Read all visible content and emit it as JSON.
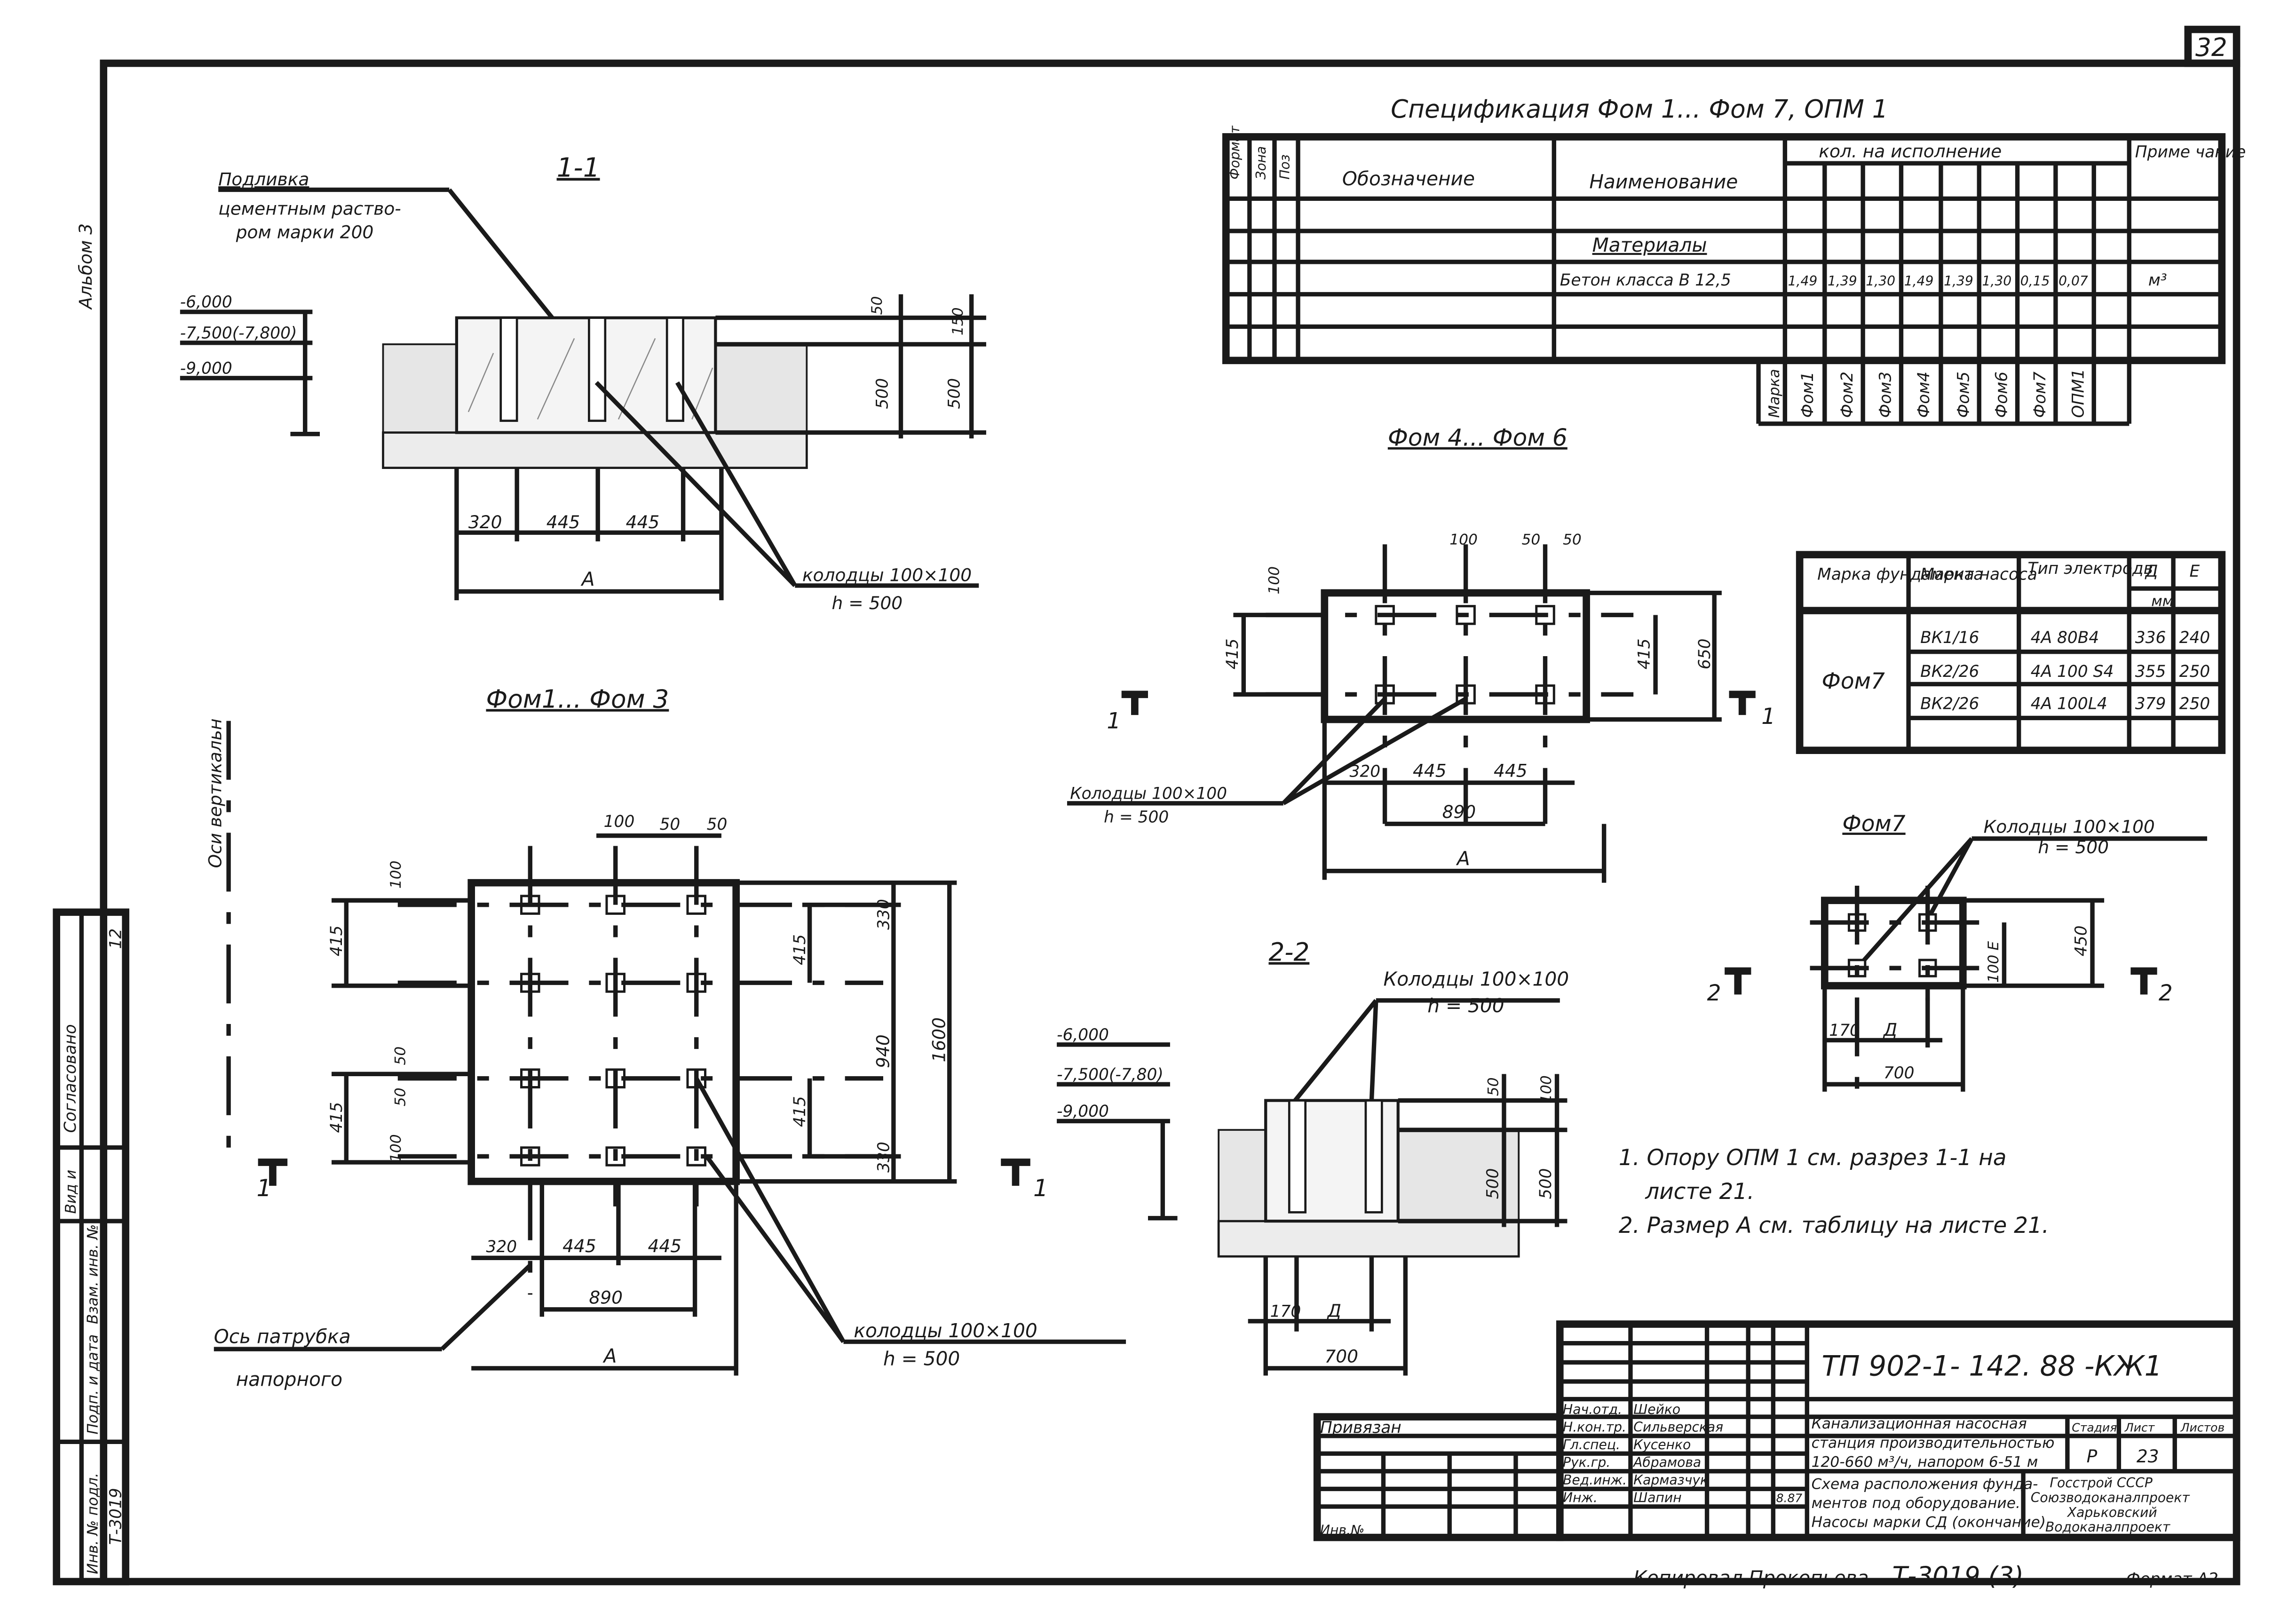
{
  "sheet": {
    "page_number": "32",
    "album_margin_text": "Альбом 3",
    "copied_by": "Копировал Прокопьева",
    "archive_no": "Т-3019 (3)",
    "format_label": "Формат А2"
  },
  "spec": {
    "title": "Спецификация   Фом 1... Фом 7, ОПМ 1",
    "col_format": "Формат",
    "col_zone": "Зона",
    "col_pos": "Поз",
    "col_designation": "Обозначение",
    "col_name": "Наименование",
    "col_qty": "кол. на исполнение",
    "col_note": "Приме чание",
    "section_materials": "Материалы",
    "concrete_label": "Бетон класса В 12,5",
    "concrete_values": [
      "1,49",
      "1,39",
      "1,30",
      "1,49",
      "1,39",
      "1,30",
      "0,15",
      "0,07"
    ],
    "concrete_unit": "м³",
    "mark_header": "Марка",
    "marks": [
      "Фом1",
      "Фом2",
      "Фом3",
      "Фом4",
      "Фом5",
      "Фом6",
      "Фом7",
      "ОПМ1"
    ]
  },
  "sec11": {
    "title": "1-1",
    "grout_1": "Подливка",
    "grout_2": "цементным раство-",
    "grout_3": "ром марки 200",
    "lev1": "-6,000",
    "lev2": "-7,500(-7,800)",
    "lev3": "-9,000",
    "d50": "50",
    "d150": "150",
    "d500a": "500",
    "d500b": "500",
    "d320": "320",
    "d445a": "445",
    "d445b": "445",
    "dA": "А",
    "wells": "колодцы 100×100",
    "wells_h": "h = 500"
  },
  "fom13": {
    "title": "Фом1... Фом 3",
    "axes": "Оси вертикальн",
    "d100": "100",
    "d50a": "50",
    "d50b": "50",
    "d100top": "100",
    "d415a": "415",
    "d415b": "415",
    "d415c": "415",
    "d415d": "415",
    "d50c": "50",
    "d50d": "50",
    "d100bot": "100",
    "d330a": "330",
    "d330b": "330",
    "d940": "940",
    "d1600": "1600",
    "d320": "320",
    "d445a": "445",
    "d445b": "445",
    "d890": "890",
    "dA": "А",
    "axis_1": "Ось патрубка",
    "axis_2": "напорного",
    "wells": "колодцы  100×100",
    "wells_h": "h = 500",
    "cut_left": "1",
    "cut_right": "1"
  },
  "fom46": {
    "title": "Фом 4... Фом 6",
    "d100a": "100",
    "d50a": "50",
    "d50b": "50",
    "d100left": "100",
    "d415a": "415",
    "d415b": "415",
    "d650": "650",
    "d320": "320",
    "d445a": "445",
    "d445b": "445",
    "d890": "890",
    "dA": "А",
    "wells": "Колодцы 100×100",
    "wells_h": "h = 500",
    "cut_left": "1",
    "cut_right": "1"
  },
  "pump_table": {
    "h_found": "Марка фундамента",
    "h_pump": "Марка насоса",
    "h_motor": "Тип электродв.",
    "h_d": "Д",
    "h_e": "Е",
    "h_unit": "мм",
    "found": "Фом7",
    "rows": [
      {
        "pump": "ВК1/16",
        "motor": "4А 80В4",
        "d": "336",
        "e": "240"
      },
      {
        "pump": "ВК2/26",
        "motor": "4А 100 S4",
        "d": "355",
        "e": "250"
      },
      {
        "pump": "ВК2/26",
        "motor": "4А 100L4",
        "d": "379",
        "e": "250"
      }
    ]
  },
  "sec22": {
    "title": "2-2",
    "wells": "Колодцы 100×100",
    "wells_h": "h = 500",
    "lev1": "-6,000",
    "lev2": "-7,500(-7,80)",
    "lev3": "-9,000",
    "d50": "50",
    "d100": "100",
    "d500a": "500",
    "d500b": "500",
    "d170": "170",
    "dD": "Д",
    "d700": "700"
  },
  "fom7": {
    "title": "Фом7",
    "wells": "Колодцы 100×100",
    "wells_h": "h = 500",
    "d100": "100",
    "dE": "Е",
    "d450": "450",
    "d170": "170",
    "dD": "Д",
    "d700": "700",
    "cut_left": "2",
    "cut_right": "2"
  },
  "notes": {
    "n1a": "1. Опору ОПМ 1 см. разрез 1-1 на",
    "n1b": "листе 21.",
    "n2": "2. Размер А см. таблицу на листе 21."
  },
  "stamp": {
    "code": "ТП 902-1- 142. 88  -КЖ1",
    "binding": "Привязан",
    "inv": "Инв.№",
    "roles": [
      "Нач.отд.",
      "Н.кон.тр.",
      "Гл.спец.",
      "Рук.гр.",
      "Вед.инж.",
      "Инж."
    ],
    "names": [
      "Шейко",
      "Сильверская",
      "Кусенко",
      "Абрамова",
      "Кармазчук",
      "Шапин"
    ],
    "dates": [
      "",
      "",
      "",
      "",
      "",
      "8.87"
    ],
    "proj1": "Канализационная насосная",
    "proj2": "станция производительностью",
    "proj3": "120-660 м³/ч, напором 6-51 м",
    "draw1": "Схема расположения фунда-",
    "draw2": "ментов под оборудование.",
    "draw3": "Насосы марки СД (окончание)",
    "stage_h": "Стадия",
    "sheet_h": "Лист",
    "sheets_h": "Листов",
    "stage": "Р",
    "sheet": "23",
    "org1": "Госстрой СССР",
    "org2": "Союзводоканалпроект",
    "org3": "Харьковский",
    "org4": "Водоканалпроект"
  },
  "left_strip": {
    "agreed": "Согласовано",
    "r1": "Вид и",
    "r2": "Взам. инв. №",
    "r3": "Подп. и дата",
    "r4": "Инв. № подл.",
    "v_agreed": "Т-3019",
    "v_inv": "12"
  }
}
